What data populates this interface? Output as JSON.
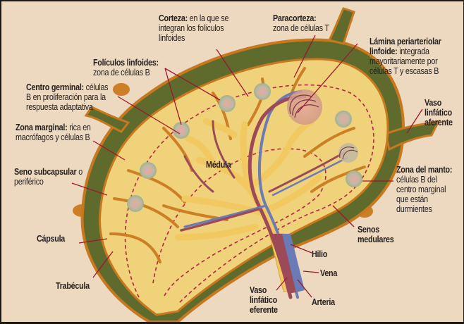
{
  "title": "Estructura del ganglio linfático",
  "colors": {
    "background": "#edd9bf",
    "capsule": "#5e6b2c",
    "capsule_outline": "#c8781e",
    "cortex": "#f0d27a",
    "medulla": "#f5e0a0",
    "trabecula": "#cc7f24",
    "artery": "#9c4a58",
    "vein": "#6b7bb5",
    "lymph_vessel": "#f2c860",
    "leader_line": "#a0142e",
    "follicle": "#a9b79a",
    "follicle_center": "#e6a3a8"
  },
  "labels": {
    "corteza": {
      "term": "Corteza:",
      "lines": [
        "en la que se",
        "integran los folículos",
        "linfoides"
      ]
    },
    "paracorteza": {
      "term": "Paracorteza:",
      "lines": [
        "zona de células T"
      ]
    },
    "lamina": {
      "term_lines": [
        "Lámina periarteriolar",
        "linfoide:"
      ],
      "lines": [
        "integrada",
        "mayoritariamente por",
        "células T y escasas B"
      ]
    },
    "foliculos": {
      "term": "Folículos linfoides:",
      "lines": [
        "zona de células B"
      ]
    },
    "centro": {
      "term": "Centro germinal:",
      "lines": [
        "células",
        "B en proliferación para la",
        "respuesta adaptativa"
      ]
    },
    "marginal": {
      "term": "Zona marginal:",
      "lines": [
        "rica en",
        "macrófagos y células B"
      ]
    },
    "seno": {
      "term": "Seno subcapsular",
      "lines": [
        "o",
        "periférico"
      ]
    },
    "capsula": {
      "term": "Cápsula"
    },
    "trabecula": {
      "term": "Trabécula"
    },
    "aferente": {
      "term_lines": [
        "Vaso",
        "linfático",
        "aferente"
      ]
    },
    "manto": {
      "term": "Zona del manto:",
      "lines": [
        "células B del",
        "centro marginal",
        "que están",
        "durmientes"
      ]
    },
    "senos": {
      "term_lines": [
        "Senos",
        "medulares"
      ]
    },
    "hilio": {
      "term": "Hilio"
    },
    "vena": {
      "term": "Vena"
    },
    "arteria": {
      "term": "Arteria"
    },
    "eferente": {
      "term_lines": [
        "Vaso",
        "linfático",
        "eferente"
      ]
    },
    "medula": {
      "term": "Médula"
    }
  }
}
